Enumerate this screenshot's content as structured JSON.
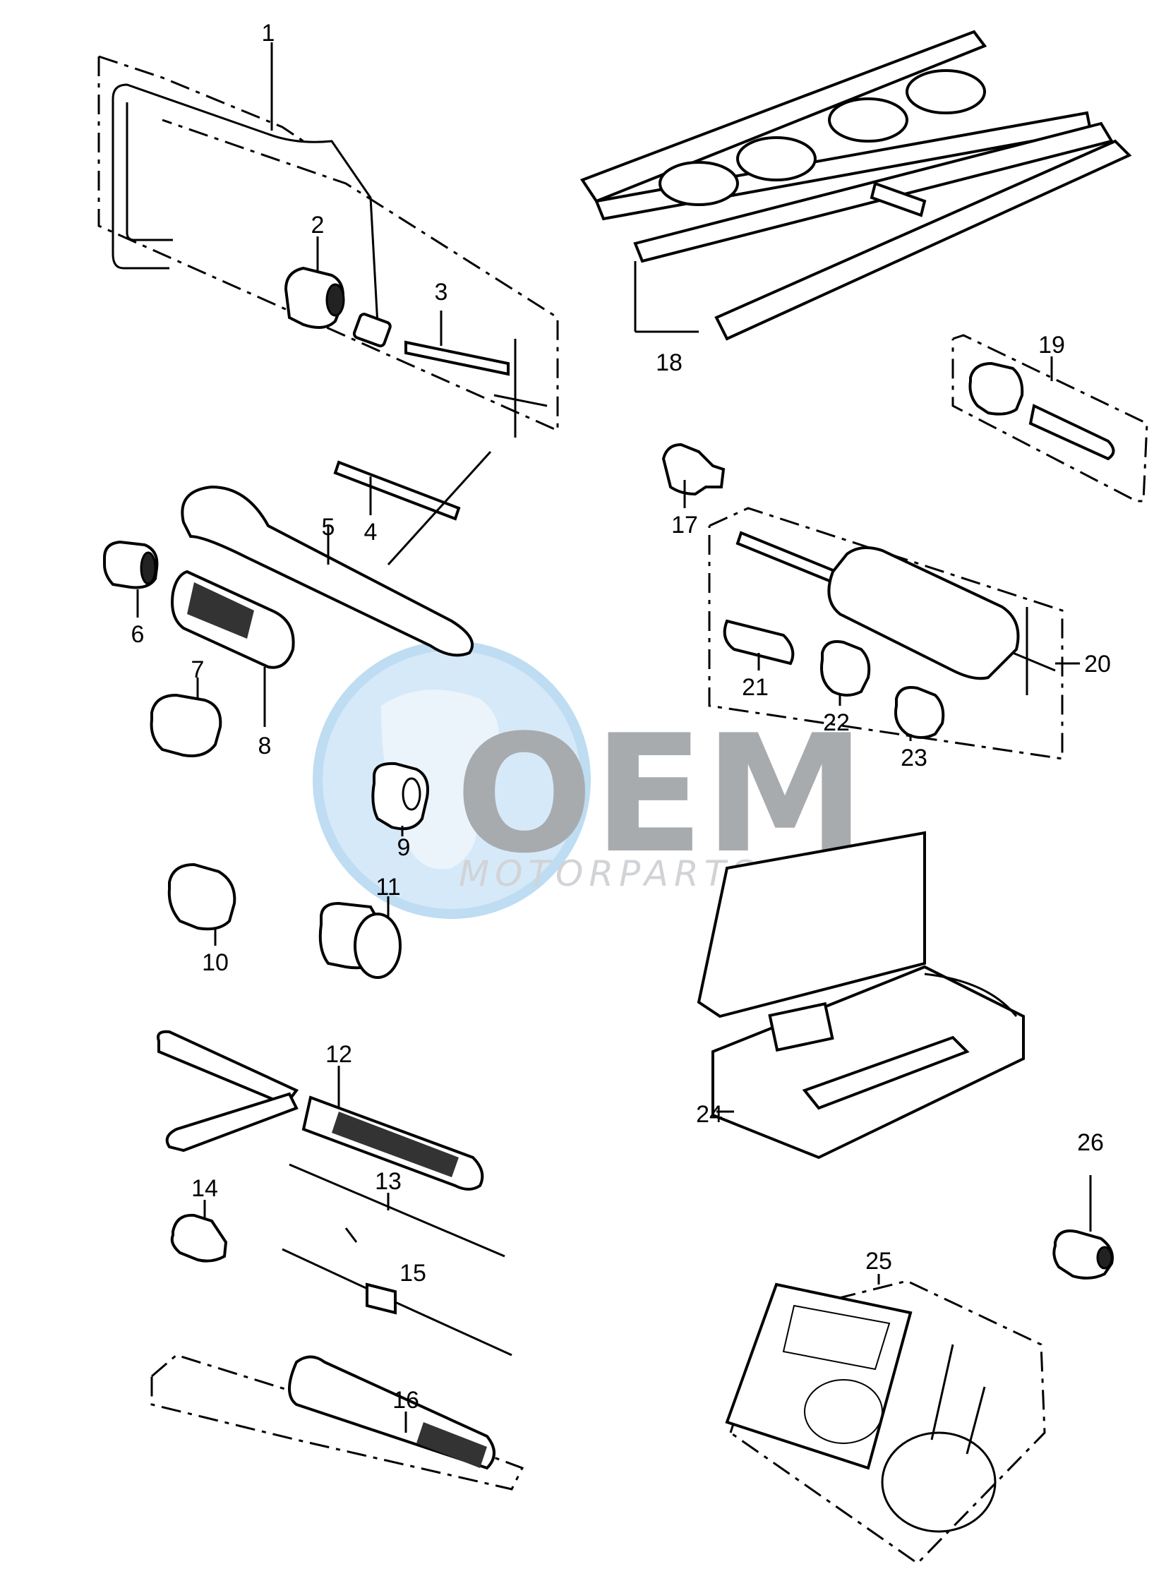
{
  "callouts": {
    "c1": "1",
    "c2": "2",
    "c3": "3",
    "c4": "4",
    "c5": "5",
    "c6": "6",
    "c7": "7",
    "c8": "8",
    "c9": "9",
    "c10": "10",
    "c11": "11",
    "c12": "12",
    "c13": "13",
    "c14": "14",
    "c15": "15",
    "c16": "16",
    "c17": "17",
    "c18": "18",
    "c19": "19",
    "c20": "20",
    "c21": "21",
    "c22": "22",
    "c23": "23",
    "c24": "24",
    "c25": "25",
    "c26": "26"
  },
  "watermark": {
    "logo": "OEM",
    "subtitle": "MOTORPARTS"
  },
  "colors": {
    "line": "#000000",
    "watermark_globe": "#cfe6f7",
    "watermark_logo": "#9a9da1"
  }
}
